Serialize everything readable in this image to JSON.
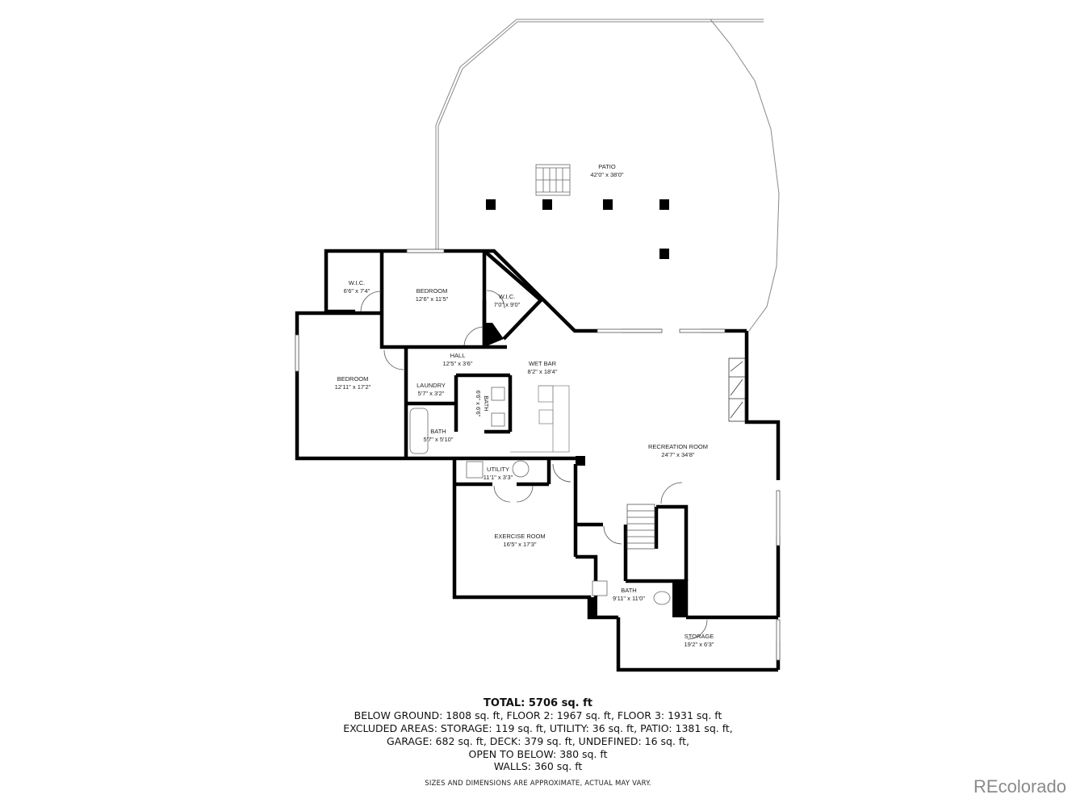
{
  "rooms": {
    "patio": {
      "name": "PATIO",
      "dims": "42'0\" x 38'0\""
    },
    "wic_left": {
      "name": "W.I.C.",
      "dims": "6'6\" x 7'4\""
    },
    "bedroom_top": {
      "name": "BEDROOM",
      "dims": "12'6\" x 11'5\""
    },
    "wic_right": {
      "name": "W.I.C.",
      "dims": "7'0\" x 9'0\""
    },
    "hall": {
      "name": "HALL",
      "dims": "12'5\" x 3'6\""
    },
    "wet_bar": {
      "name": "WET BAR",
      "dims": "8'2\" x 18'4\""
    },
    "bedroom_left": {
      "name": "BEDROOM",
      "dims": "12'11\" x 17'2\""
    },
    "laundry": {
      "name": "LAUNDRY",
      "dims": "5'7\" x 3'2\""
    },
    "bath_vertical": {
      "name": "BATH",
      "dims": "6'6\" x 6'6\""
    },
    "bath_small": {
      "name": "BATH",
      "dims": "5'7\" x 5'10\""
    },
    "recreation_room": {
      "name": "RECREATION ROOM",
      "dims": "24'7\" x 34'8\""
    },
    "utility": {
      "name": "UTILITY",
      "dims": "11'1\" x 3'3\""
    },
    "exercise_room": {
      "name": "EXERCISE ROOM",
      "dims": "16'5\" x 17'3\""
    },
    "bath_lower": {
      "name": "BATH",
      "dims": "9'11\" x 11'0\""
    },
    "storage": {
      "name": "STORAGE",
      "dims": "19'2\" x 6'3\""
    }
  },
  "summary": {
    "total": "TOTAL: 5706 sq. ft",
    "line1": "BELOW GROUND: 1808 sq. ft, FLOOR 2: 1967 sq. ft, FLOOR 3: 1931 sq. ft",
    "line2": "EXCLUDED AREAS: STORAGE: 119 sq. ft, UTILITY: 36 sq. ft, PATIO: 1381 sq. ft,",
    "line3": "GARAGE: 682 sq. ft, DECK: 379 sq. ft, UNDEFINED: 16 sq. ft,",
    "line4": "OPEN TO BELOW: 380 sq. ft",
    "line5": "WALLS: 360 sq. ft",
    "disclaimer": "SIZES AND DIMENSIONS ARE APPROXIMATE, ACTUAL MAY VARY."
  },
  "brand": {
    "name": "REcolorado"
  },
  "colors": {
    "wall": "#000000",
    "line": "#777777",
    "text": "#222222",
    "brand": "#8a8a8a"
  }
}
